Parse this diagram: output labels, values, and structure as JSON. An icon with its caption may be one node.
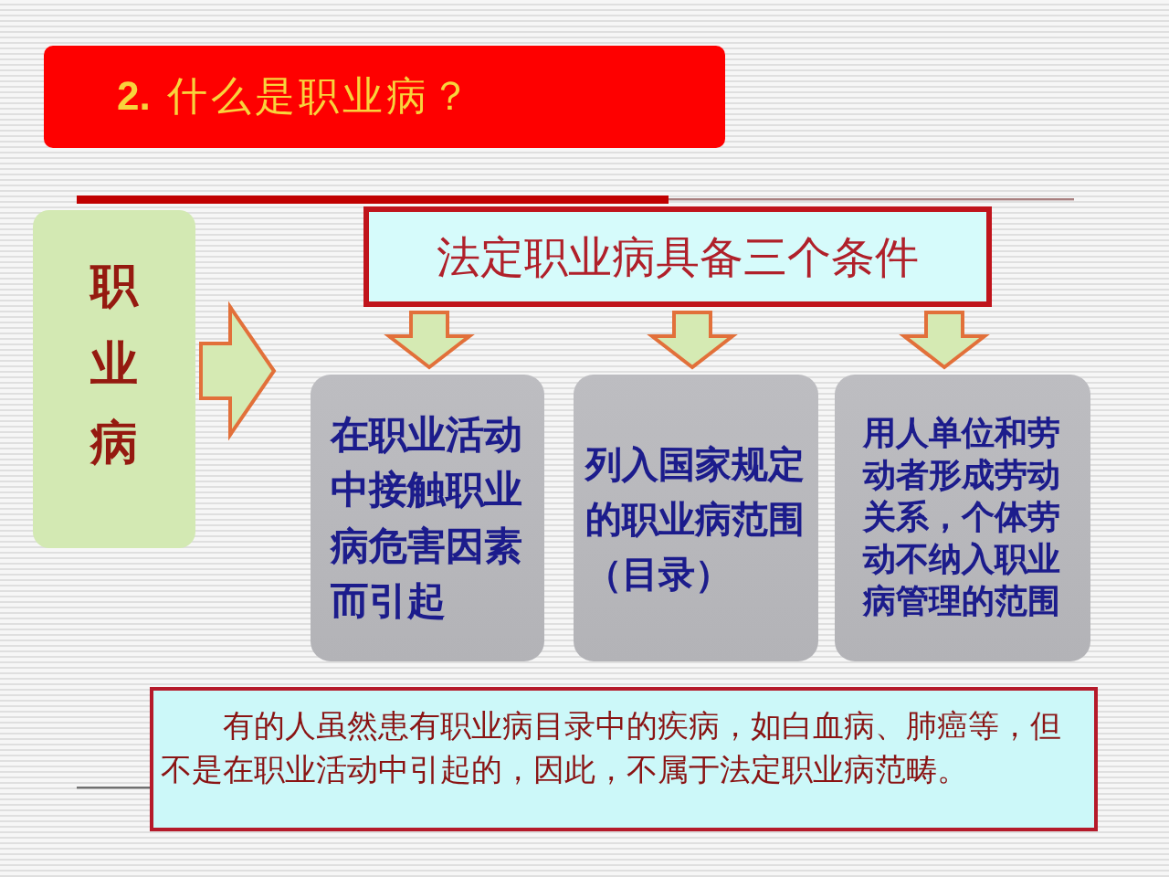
{
  "diagram": {
    "title": "**2.** 什么是职业病？",
    "nodes": [
      {
        "text": [
          "职业病"
        ]
      },
      {
        "text": [
          "法定职业病具备三个条件"
        ]
      },
      {
        "text": [
          "在职业活动中接触职业病危害因素而引起"
        ]
      },
      {
        "text": [
          "列入国家规定的职业病范围（目录）"
        ]
      },
      {
        "text": [
          "用人单位和劳动者形成劳动关系，个体劳动不纳入职业病管理的范围"
        ]
      },
      {
        "text": [
          "有的人虽然患有职业病目录中的疾病，如白血病、肺癌等，但不是在职业活动中引起的，因此，不属于法定职业病范畴。"
        ]
      }
    ],
    "edges": [
      {
        "from": 0,
        "to": null,
        "arrow": "to"
      },
      {
        "from": 1,
        "to": 2,
        "arrow": "to"
      },
      {
        "from": 1,
        "to": 3,
        "arrow": "to"
      },
      {
        "from": 1,
        "to": 4,
        "arrow": "to"
      }
    ]
  }
}
